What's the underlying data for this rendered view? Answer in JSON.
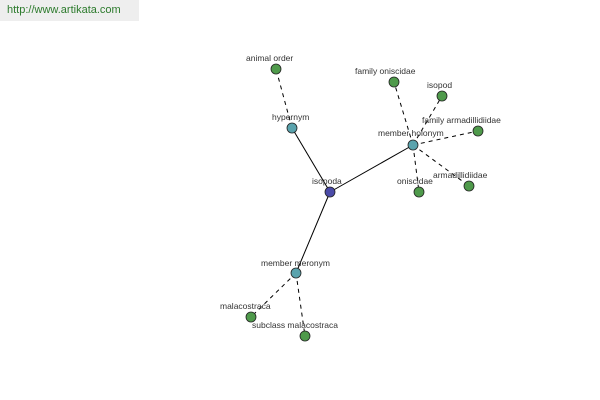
{
  "banner": {
    "link_text": "http://www.artikata.com"
  },
  "colors": {
    "center_node": "#4b4ba8",
    "relation_node": "#5aa3ad",
    "term_node": "#4f9a4b",
    "node_stroke": "#222222",
    "edge": "#000000",
    "link": "#2c7a2c"
  },
  "nodes": [
    {
      "id": "isopoda",
      "label": "isopoda",
      "kind": "center"
    },
    {
      "id": "hypernym",
      "label": "hypernym",
      "kind": "relation"
    },
    {
      "id": "member-holonym",
      "label": "member holonym",
      "kind": "relation"
    },
    {
      "id": "member-meronym",
      "label": "member meronym",
      "kind": "relation"
    },
    {
      "id": "animal-order",
      "label": "animal order",
      "kind": "term"
    },
    {
      "id": "family-oniscidae",
      "label": "family oniscidae",
      "kind": "term"
    },
    {
      "id": "isopod",
      "label": "isopod",
      "kind": "term"
    },
    {
      "id": "family-armadillidiidae",
      "label": "family armadillidiidae",
      "kind": "term"
    },
    {
      "id": "oniscidae",
      "label": "oniscidae",
      "kind": "term"
    },
    {
      "id": "armadillidiidae",
      "label": "armadillidiidae",
      "kind": "term"
    },
    {
      "id": "malacostraca",
      "label": "malacostraca",
      "kind": "term"
    },
    {
      "id": "subclass-malacostraca",
      "label": "subclass malacostraca",
      "kind": "term"
    }
  ],
  "edges": [
    {
      "from": "isopoda",
      "to": "hypernym",
      "style": "solid"
    },
    {
      "from": "isopoda",
      "to": "member-holonym",
      "style": "solid"
    },
    {
      "from": "isopoda",
      "to": "member-meronym",
      "style": "solid"
    },
    {
      "from": "hypernym",
      "to": "animal-order",
      "style": "dashed"
    },
    {
      "from": "member-holonym",
      "to": "family-oniscidae",
      "style": "dashed"
    },
    {
      "from": "member-holonym",
      "to": "isopod",
      "style": "dashed"
    },
    {
      "from": "member-holonym",
      "to": "family-armadillidiidae",
      "style": "dashed"
    },
    {
      "from": "member-holonym",
      "to": "oniscidae",
      "style": "dashed"
    },
    {
      "from": "member-holonym",
      "to": "armadillidiidae",
      "style": "dashed"
    },
    {
      "from": "member-meronym",
      "to": "malacostraca",
      "style": "dashed"
    },
    {
      "from": "member-meronym",
      "to": "subclass-malacostraca",
      "style": "dashed"
    }
  ]
}
